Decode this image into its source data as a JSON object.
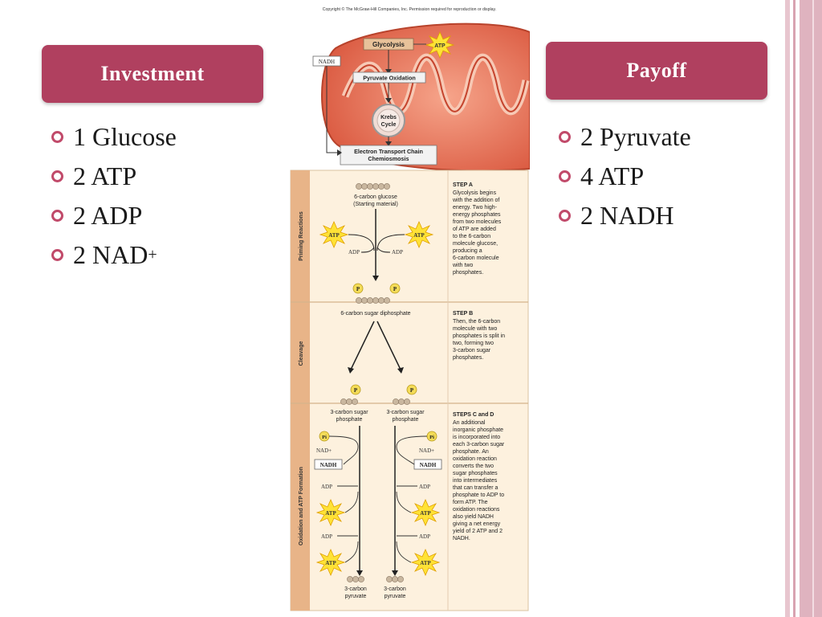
{
  "investment": {
    "title": "Investment",
    "items": [
      "1 Glucose",
      "2 ATP",
      "2 ADP",
      "2 NAD"
    ],
    "nad_superscript": "+"
  },
  "payoff": {
    "title": "Payoff",
    "items": [
      "2 Pyruvate",
      "4 ATP",
      "2 NADH"
    ]
  },
  "figure": {
    "copyright": "Copyright © The McGraw-Hill Companies, Inc. Permission required for reproduction or display.",
    "top": {
      "glycolysis": "Glycolysis",
      "atp": "ATP",
      "nadh": "NADH",
      "pyruvate_oxidation": "Pyruvate Oxidation",
      "krebs": [
        "Krebs",
        "Cycle"
      ],
      "etc": [
        "Electron Transport Chain",
        "Chemiosmosis"
      ]
    },
    "sections": {
      "priming": "Priming Reactions",
      "cleavage": "Cleavage",
      "oxidation": "Oxidation and ATP Formation"
    },
    "step_a": {
      "title": "STEP A",
      "lines": [
        "Glycolysis begins",
        "with the addition of",
        "energy. Two high-",
        "energy phosphates",
        "from two molecules",
        "of ATP are added",
        "to the 6-carbon",
        "molecule glucose,",
        "producing a",
        "6-carbon molecule",
        "with two",
        "phosphates."
      ]
    },
    "step_b": {
      "title": "STEP B",
      "lines": [
        "Then, the 6-carbon",
        "molecule with two",
        "phosphates is split in",
        "two, forming two",
        "3-carbon sugar",
        "phosphates."
      ]
    },
    "step_cd": {
      "title": "STEPS C and D",
      "lines": [
        "An additional",
        "inorganic phosphate",
        "is incorporated into",
        "each 3-carbon sugar",
        "phosphate. An",
        "oxidation reaction",
        "converts the two",
        "sugar phosphates",
        "into intermediates",
        "that can transfer a",
        "phosphate to ADP to",
        "form ATP. The",
        "oxidation reactions",
        "also yield NADH",
        "giving a net energy",
        "yield of 2 ATP and 2",
        "NADH."
      ]
    },
    "labels": {
      "glucose": [
        "6-carbon glucose",
        "(Starting material)"
      ],
      "atp": "ATP",
      "adp": "ADP",
      "p": "P",
      "pi": "Pi",
      "diphosphate": "6-carbon sugar diphosphate",
      "sugar_phosphate": [
        "3-carbon sugar",
        "phosphate"
      ],
      "nad": "NAD+",
      "nadh": "NADH",
      "pyruvate": [
        "3-carbon",
        "pyruvate"
      ]
    }
  }
}
